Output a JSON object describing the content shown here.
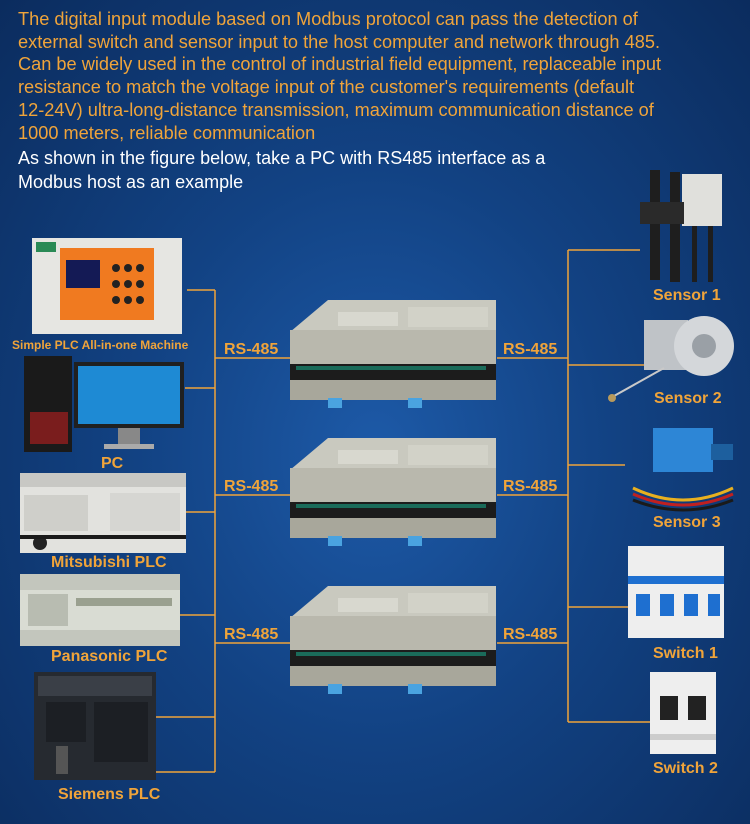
{
  "description": {
    "lines": [
      "The digital input module based on Modbus protocol can pass the detection of",
      "external switch and sensor input to the host computer and network through 485.",
      "Can be widely used in the control of industrial field equipment, replaceable input",
      "resistance to match the voltage input of the customer's requirements (default",
      "12-24V) ultra-long-distance transmission, maximum communication distance of",
      "1000 meters, reliable communication"
    ]
  },
  "example": {
    "lines": [
      "As shown in the figure below, take a PC with RS485 interface as a",
      "Modbus host as an example"
    ]
  },
  "hosts": [
    {
      "label": "Simple PLC All-in-one Machine"
    },
    {
      "label": "PC"
    },
    {
      "label": "Mitsubishi PLC"
    },
    {
      "label": "Panasonic PLC"
    },
    {
      "label": "Siemens PLC"
    }
  ],
  "bus_label": "RS-485",
  "devices": [
    {
      "label": "Sensor 1"
    },
    {
      "label": "Sensor 2"
    },
    {
      "label": "Sensor 3"
    },
    {
      "label": "Switch 1"
    },
    {
      "label": "Switch 2"
    }
  ],
  "colors": {
    "accent": "#f0a43a",
    "line": "#f0a43a",
    "text": "#ffffff"
  }
}
